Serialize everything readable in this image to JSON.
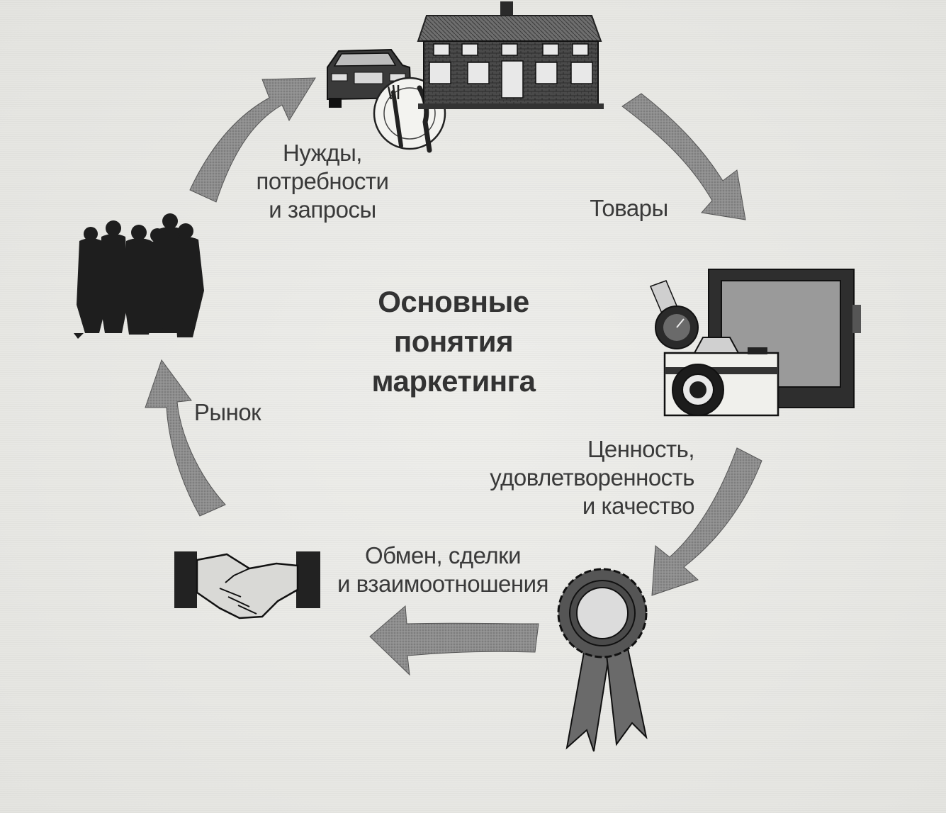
{
  "title": {
    "lines": [
      "Основные",
      "понятия",
      "маркетинга"
    ]
  },
  "stages": [
    {
      "id": "needs",
      "lines": [
        "Нужды,",
        "потребности",
        "и запросы"
      ]
    },
    {
      "id": "goods",
      "lines": [
        "Товары"
      ]
    },
    {
      "id": "value",
      "lines": [
        "Ценность,",
        "удовлетворенность",
        "и качество"
      ]
    },
    {
      "id": "exchange",
      "lines": [
        "Обмен, сделки",
        "и взаимоотношения"
      ]
    },
    {
      "id": "market",
      "lines": [
        "Рынок"
      ]
    }
  ],
  "icons": {
    "people": "group-of-people-icon",
    "car": "car-icon",
    "plate": "plate-fork-knife-icon",
    "house": "house-icon",
    "products": "watch-tv-camera-icon",
    "rosette": "award-rosette-icon",
    "handshake": "handshake-icon"
  },
  "colors": {
    "arrow": "#8a8a8a",
    "ink": "#2b2b2b",
    "paper": "#e9e9e6"
  }
}
